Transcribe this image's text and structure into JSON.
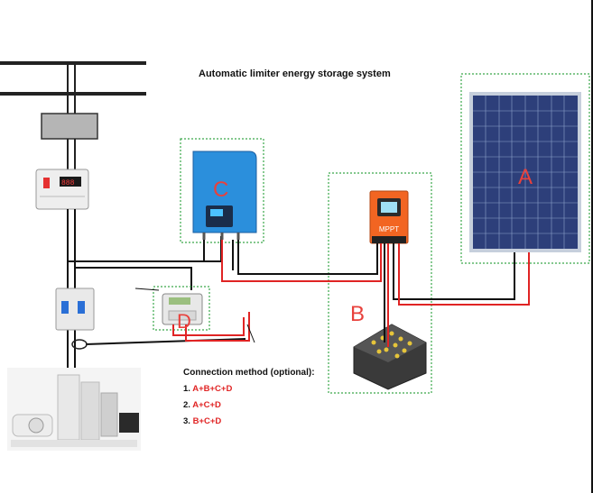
{
  "title": "Automatic limiter  energy storage system",
  "labels": {
    "a": "A",
    "b": "B",
    "c": "C",
    "d": "D",
    "mppt": "MPPT"
  },
  "connection": {
    "heading": "Connection method  (optional):",
    "options": [
      {
        "num": "1.",
        "value": "A+B+C+D"
      },
      {
        "num": "2.",
        "value": "A+C+D"
      },
      {
        "num": "3.",
        "value": "B+C+D"
      }
    ]
  },
  "colors": {
    "inverter": "#2b8fdc",
    "controller": "#f26522",
    "solar_panel": "#2d3f7a",
    "battery": "#3a3a3a",
    "red_wire": "#e02424",
    "dotted_frame": "#3aa84a",
    "label_red": "#e8413c"
  },
  "icons": [
    "utility-pole-icon",
    "meter-box-icon",
    "energy-meter-icon",
    "circuit-breaker-icon",
    "ct-clamp-icon",
    "appliances-icon"
  ]
}
